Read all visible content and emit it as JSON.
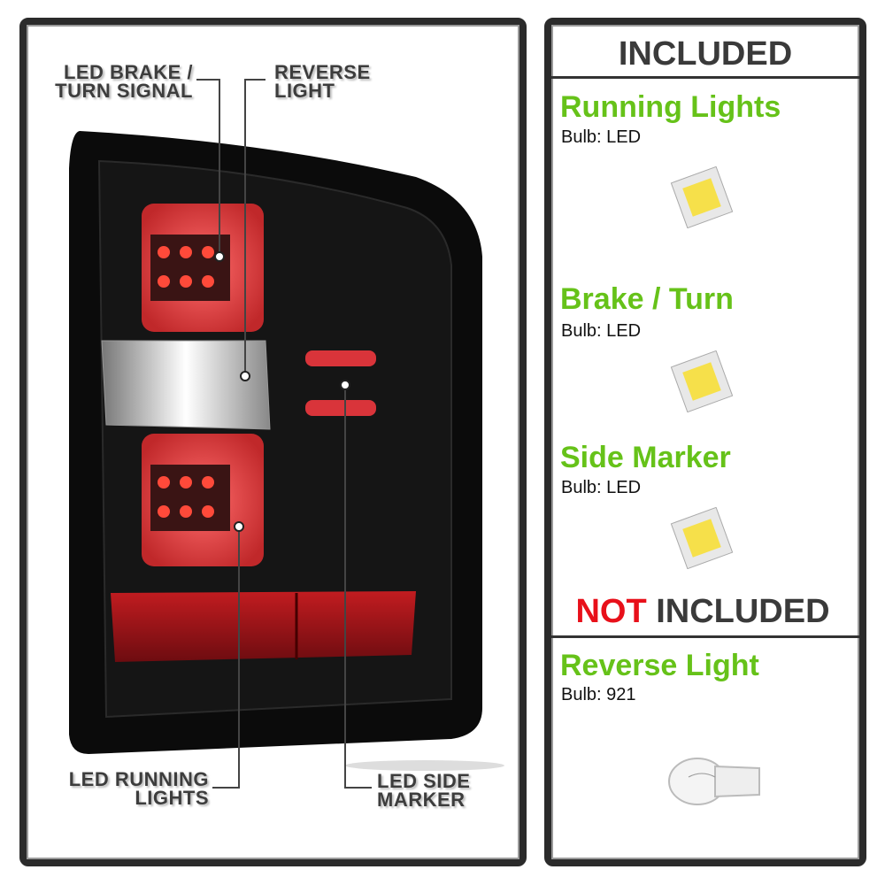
{
  "callouts": {
    "brake": [
      "LED BRAKE /",
      "TURN SIGNAL"
    ],
    "reverse": [
      "REVERSE",
      "LIGHT"
    ],
    "running": [
      "LED RUNNING",
      "LIGHTS"
    ],
    "side_marker": [
      "LED SIDE",
      "MARKER"
    ]
  },
  "included": {
    "title": "INCLUDED",
    "items": [
      {
        "name": "Running Lights",
        "bulb": "Bulb: LED",
        "icon": "led-chip-icon"
      },
      {
        "name": "Brake / Turn",
        "bulb": "Bulb: LED",
        "icon": "led-chip-icon"
      },
      {
        "name": "Side Marker",
        "bulb": "Bulb: LED",
        "icon": "led-chip-icon"
      }
    ]
  },
  "not_included": {
    "title_not": "NOT",
    "title_rest": " INCLUDED",
    "items": [
      {
        "name": "Reverse Light",
        "bulb": "Bulb: 921",
        "icon": "wedge-bulb-icon"
      }
    ]
  },
  "colors": {
    "accent_green": "#66c219",
    "not_red": "#e8101a",
    "frame": "#2b2b2b"
  }
}
